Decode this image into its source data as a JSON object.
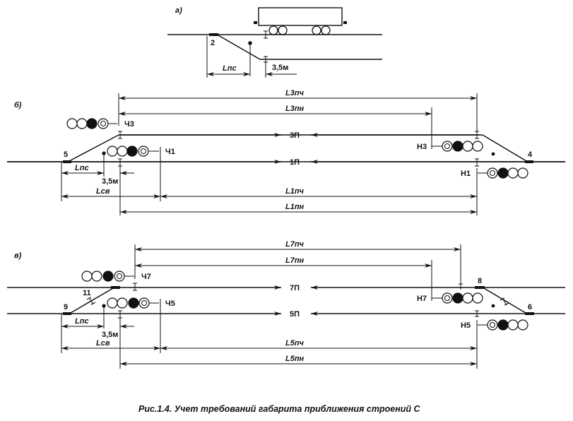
{
  "diagram": {
    "colors": {
      "ink": "#111111",
      "background": "#ffffff"
    },
    "caption": "Рис.1.4. Учет требований габарита приближения строений С",
    "panel_a": {
      "label": "а)",
      "switch_number": "2",
      "dim_lps": "Lпс",
      "dim_35": "3,5м"
    },
    "panel_b": {
      "label": "б)",
      "track_upper": "3П",
      "track_lower": "1П",
      "switch_left": "5",
      "switch_right": "4",
      "signal_ch3": "Ч3",
      "signal_ch1": "Ч1",
      "signal_n3": "Н3",
      "signal_n1": "Н1",
      "dim_l3pch": "L3пч",
      "dim_l3pn": "L3пн",
      "dim_l1pch": "L1пч",
      "dim_l1pn": "L1пн",
      "dim_lps": "Lпс",
      "dim_lsv": "Lсв",
      "dim_35": "3,5м"
    },
    "panel_v": {
      "label": "в)",
      "track_upper": "7П",
      "track_lower": "5П",
      "switch_9": "9",
      "switch_11": "11",
      "switch_8": "8",
      "switch_6": "6",
      "signal_ch7": "Ч7",
      "signal_ch5": "Ч5",
      "signal_n7": "Н7",
      "signal_n5": "Н5",
      "dim_l7pch": "L7пч",
      "dim_l7pn": "L7пн",
      "dim_l5pch": "L5пч",
      "dim_l5pn": "L5пн",
      "dim_lps": "Lпс",
      "dim_lsv": "Lсв",
      "dim_35": "3,5м"
    }
  }
}
